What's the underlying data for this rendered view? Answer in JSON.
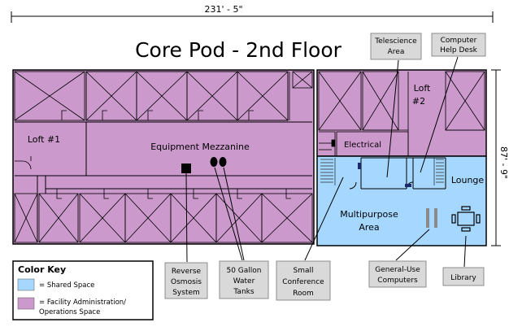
{
  "title": "Core Pod - 2nd Floor",
  "dimensions": {
    "width": "231' - 5\"",
    "height": "87' - 9\""
  },
  "rooms": {
    "loft1": "Loft #1",
    "loft2_line1": "Loft",
    "loft2_line2": "#2",
    "mezzanine": "Equipment Mezzanine",
    "electrical": "Electrical",
    "lounge": "Lounge",
    "multipurpose_line1": "Multipurpose",
    "multipurpose_line2": "Area"
  },
  "callouts": {
    "telescience": [
      "Telescience",
      "Area"
    ],
    "helpdesk": [
      "Computer",
      "Help Desk"
    ],
    "ro": [
      "Reverse",
      "Osmosis",
      "System"
    ],
    "tanks": [
      "50 Gallon",
      "Water",
      "Tanks"
    ],
    "conference": [
      "Small",
      "Conference",
      "Room"
    ],
    "computers": [
      "General-Use",
      "Computers"
    ],
    "library": [
      "Library"
    ]
  },
  "color_key": {
    "title": "Color Key",
    "items": [
      {
        "label_lines": [
          "= Shared Space"
        ],
        "color": "#a6d8ff"
      },
      {
        "label_lines": [
          "= Facility Administration/",
          "Operations Space"
        ],
        "color": "#cc99cc"
      }
    ]
  },
  "colors": {
    "admin": "#cc99cc",
    "shared": "#a6d8ff",
    "callout_box": "#d9d9d9"
  }
}
